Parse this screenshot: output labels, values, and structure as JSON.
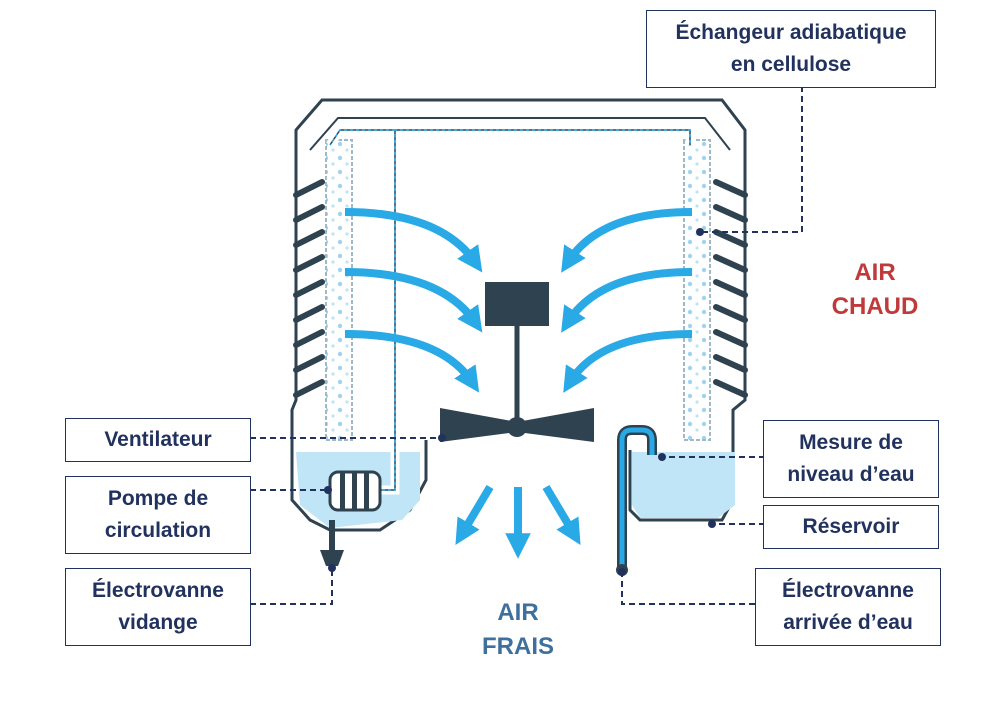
{
  "labels": {
    "exchanger": [
      "Échangeur adiabatique",
      "en cellulose"
    ],
    "fan": [
      "Ventilateur"
    ],
    "pump": [
      "Pompe de",
      "circulation"
    ],
    "drain_valve": [
      "Électrovanne",
      "vidange"
    ],
    "level_sensor": [
      "Mesure de",
      "niveau d’eau"
    ],
    "reservoir": [
      "Réservoir"
    ],
    "inlet_valve": [
      "Électrovanne",
      "arrivée d’eau"
    ]
  },
  "air": {
    "hot": [
      "AIR",
      "CHAUD"
    ],
    "cool": [
      "AIR",
      "FRAIS"
    ]
  },
  "colors": {
    "label_border": "#22325e",
    "label_text": "#22325e",
    "hot_air": "#c0393b",
    "cool_air": "#3f6f9c",
    "arrow": "#29a9e6",
    "water": "#bfe5f7",
    "outline": "#2f4250"
  }
}
